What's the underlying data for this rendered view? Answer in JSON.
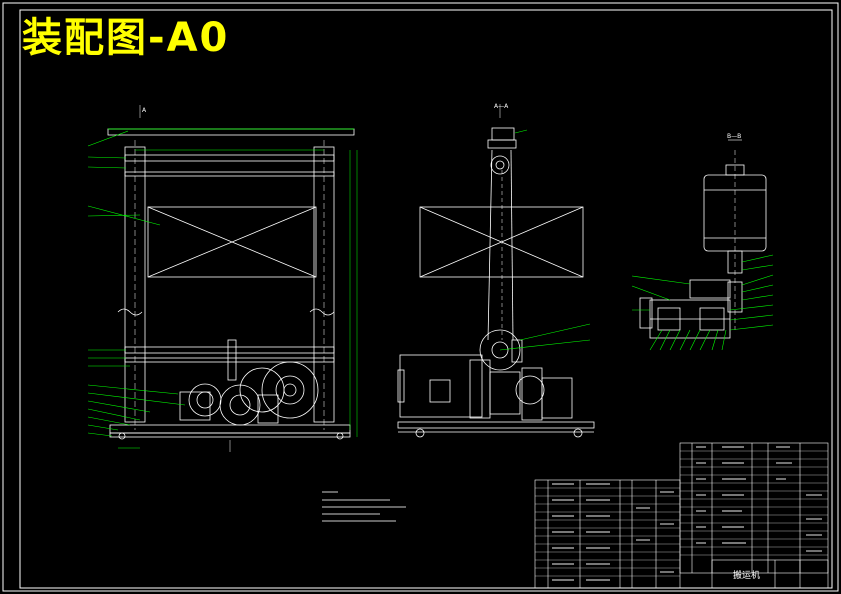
{
  "sheet": {
    "title": "装配图-A0",
    "colors": {
      "background": "#000000",
      "frame": "#ffffff",
      "title": "#ffff00",
      "leaders": "#00ff00",
      "geometry": "#ffffff"
    }
  },
  "views": {
    "front_label": "A",
    "side_label": "A—A",
    "detail_label": "B—B"
  },
  "title_block": {
    "drawing_name": "搬运机"
  }
}
